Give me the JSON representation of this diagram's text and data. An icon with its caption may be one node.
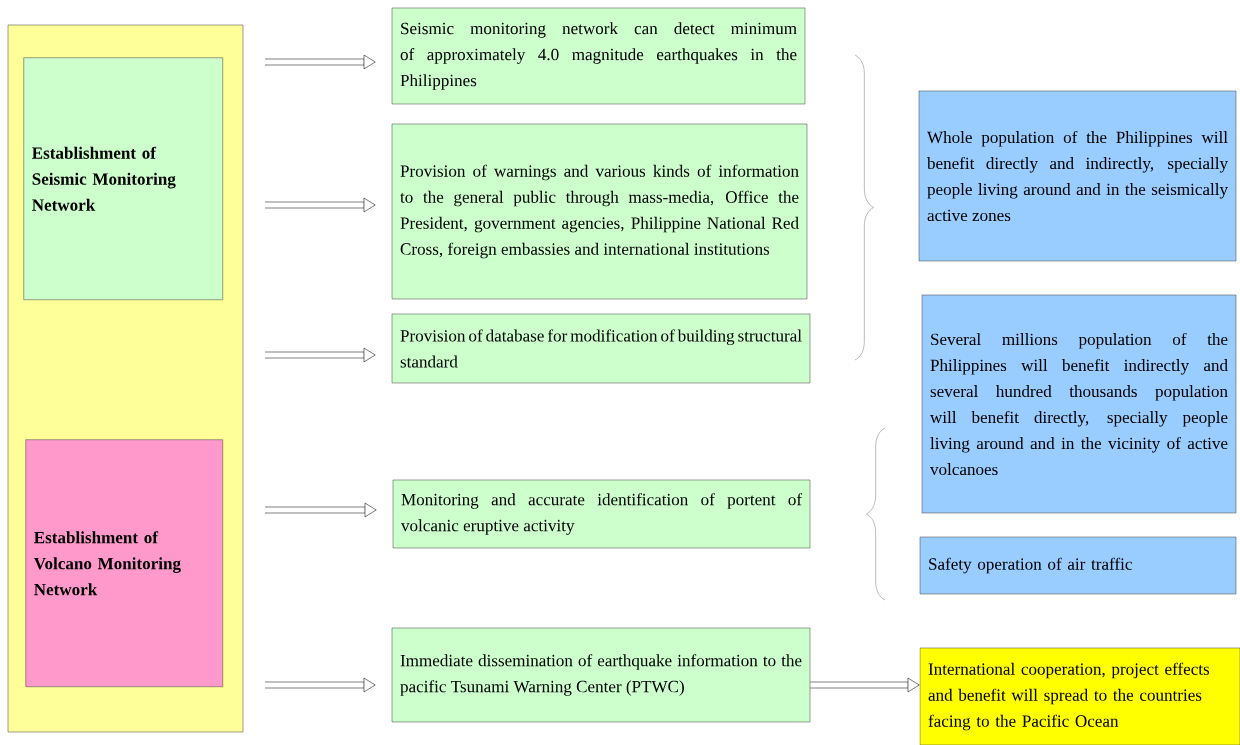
{
  "diagram": {
    "nodes": [
      {
        "text": [],
        "shape": "box"
      },
      {
        "text": [
          "Establishment of Seismic Monitoring Network"
        ],
        "in": 0
      },
      {
        "text": [
          "Establishment of Volcano Monitoring Network"
        ],
        "in": 0
      },
      {
        "text": [
          "Seismic monitoring network can detect minimum of approximately 4.0 magnitude earthquakes in the Philippines"
        ]
      },
      {
        "text": [
          "Provision of warnings and various kinds of information to the general public through mass-media, Office the President, government agencies, Philippine National Red Cross, foreign embassies and international institutions"
        ]
      },
      {
        "text": [
          "Provision of database for modification of building structural standard"
        ]
      },
      {
        "text": [
          "Monitoring and accurate identification of portent of volcanic eruptive activity"
        ]
      },
      {
        "text": [
          "Immediate dissemination of earthquake information to the pacific Tsunami Warning Center (PTWC)"
        ]
      },
      {
        "text": [
          "Whole population of the Philippines will benefit directly and indirectly, specially people living around and in the seismically active zones"
        ]
      },
      {
        "text": [
          "Several millions population of the Philippines will benefit indirectly and several hundred thousands population will benefit directly, specially people living around and in the vicinity of active volcanoes"
        ]
      },
      {
        "text": [
          "Safety operation of air traffic"
        ]
      },
      {
        "text": [
          "International cooperation, project effects and benefit will spread to the countries facing to the Pacific Ocean"
        ]
      }
    ],
    "edges": [
      {
        "from": null,
        "to": 3,
        "arrow": "to"
      },
      {
        "from": null,
        "to": 4,
        "arrow": "to"
      },
      {
        "from": null,
        "to": 5,
        "arrow": "to"
      },
      {
        "from": null,
        "to": 6,
        "arrow": "to"
      },
      {
        "from": null,
        "to": 7,
        "arrow": "to"
      },
      {
        "from": 7,
        "to": 11,
        "arrow": "to"
      }
    ]
  }
}
